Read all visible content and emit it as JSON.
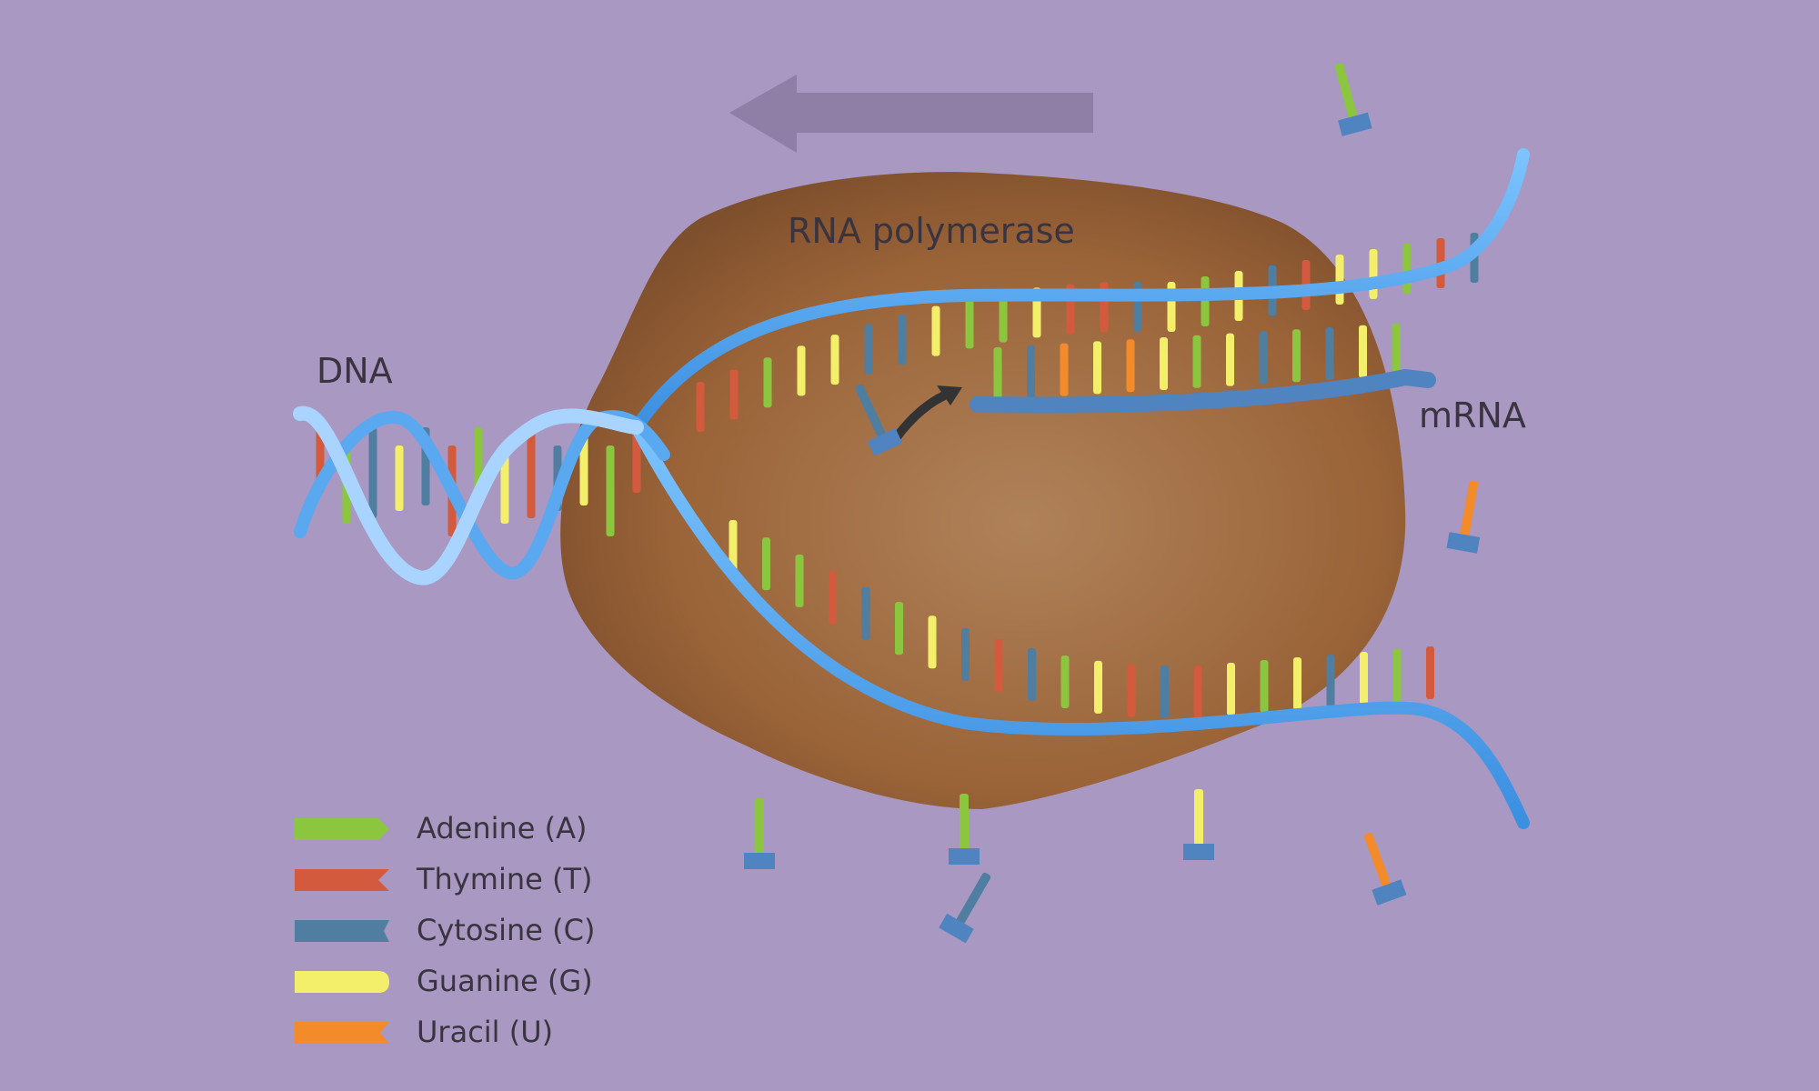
{
  "labels": {
    "enzyme": "RNA polymerase",
    "dna": "DNA",
    "mrna": "mRNA"
  },
  "legend": [
    {
      "name": "Adenine (A)",
      "color": "#8cc63f",
      "tip": "point"
    },
    {
      "name": "Thymine (T)",
      "color": "#d35a3c",
      "tip": "notch"
    },
    {
      "name": "Cytosine (C)",
      "color": "#4f7ea0",
      "tip": "tab"
    },
    {
      "name": "Guanine (G)",
      "color": "#f3ef6b",
      "tip": "round"
    },
    {
      "name": "Uracil (U)",
      "color": "#f48b2b",
      "tip": "notch"
    }
  ],
  "colors": {
    "background": "#a898c2",
    "enzyme": "#9a6338",
    "backbone": "#4da3f0",
    "arrow": "#8c7ba3"
  },
  "free_nucleotides": [
    "A",
    "C",
    "U",
    "A",
    "C",
    "G",
    "U",
    "A"
  ],
  "icons": {
    "direction": "direction-arrow",
    "incoming": "incoming-arrow-icon"
  }
}
